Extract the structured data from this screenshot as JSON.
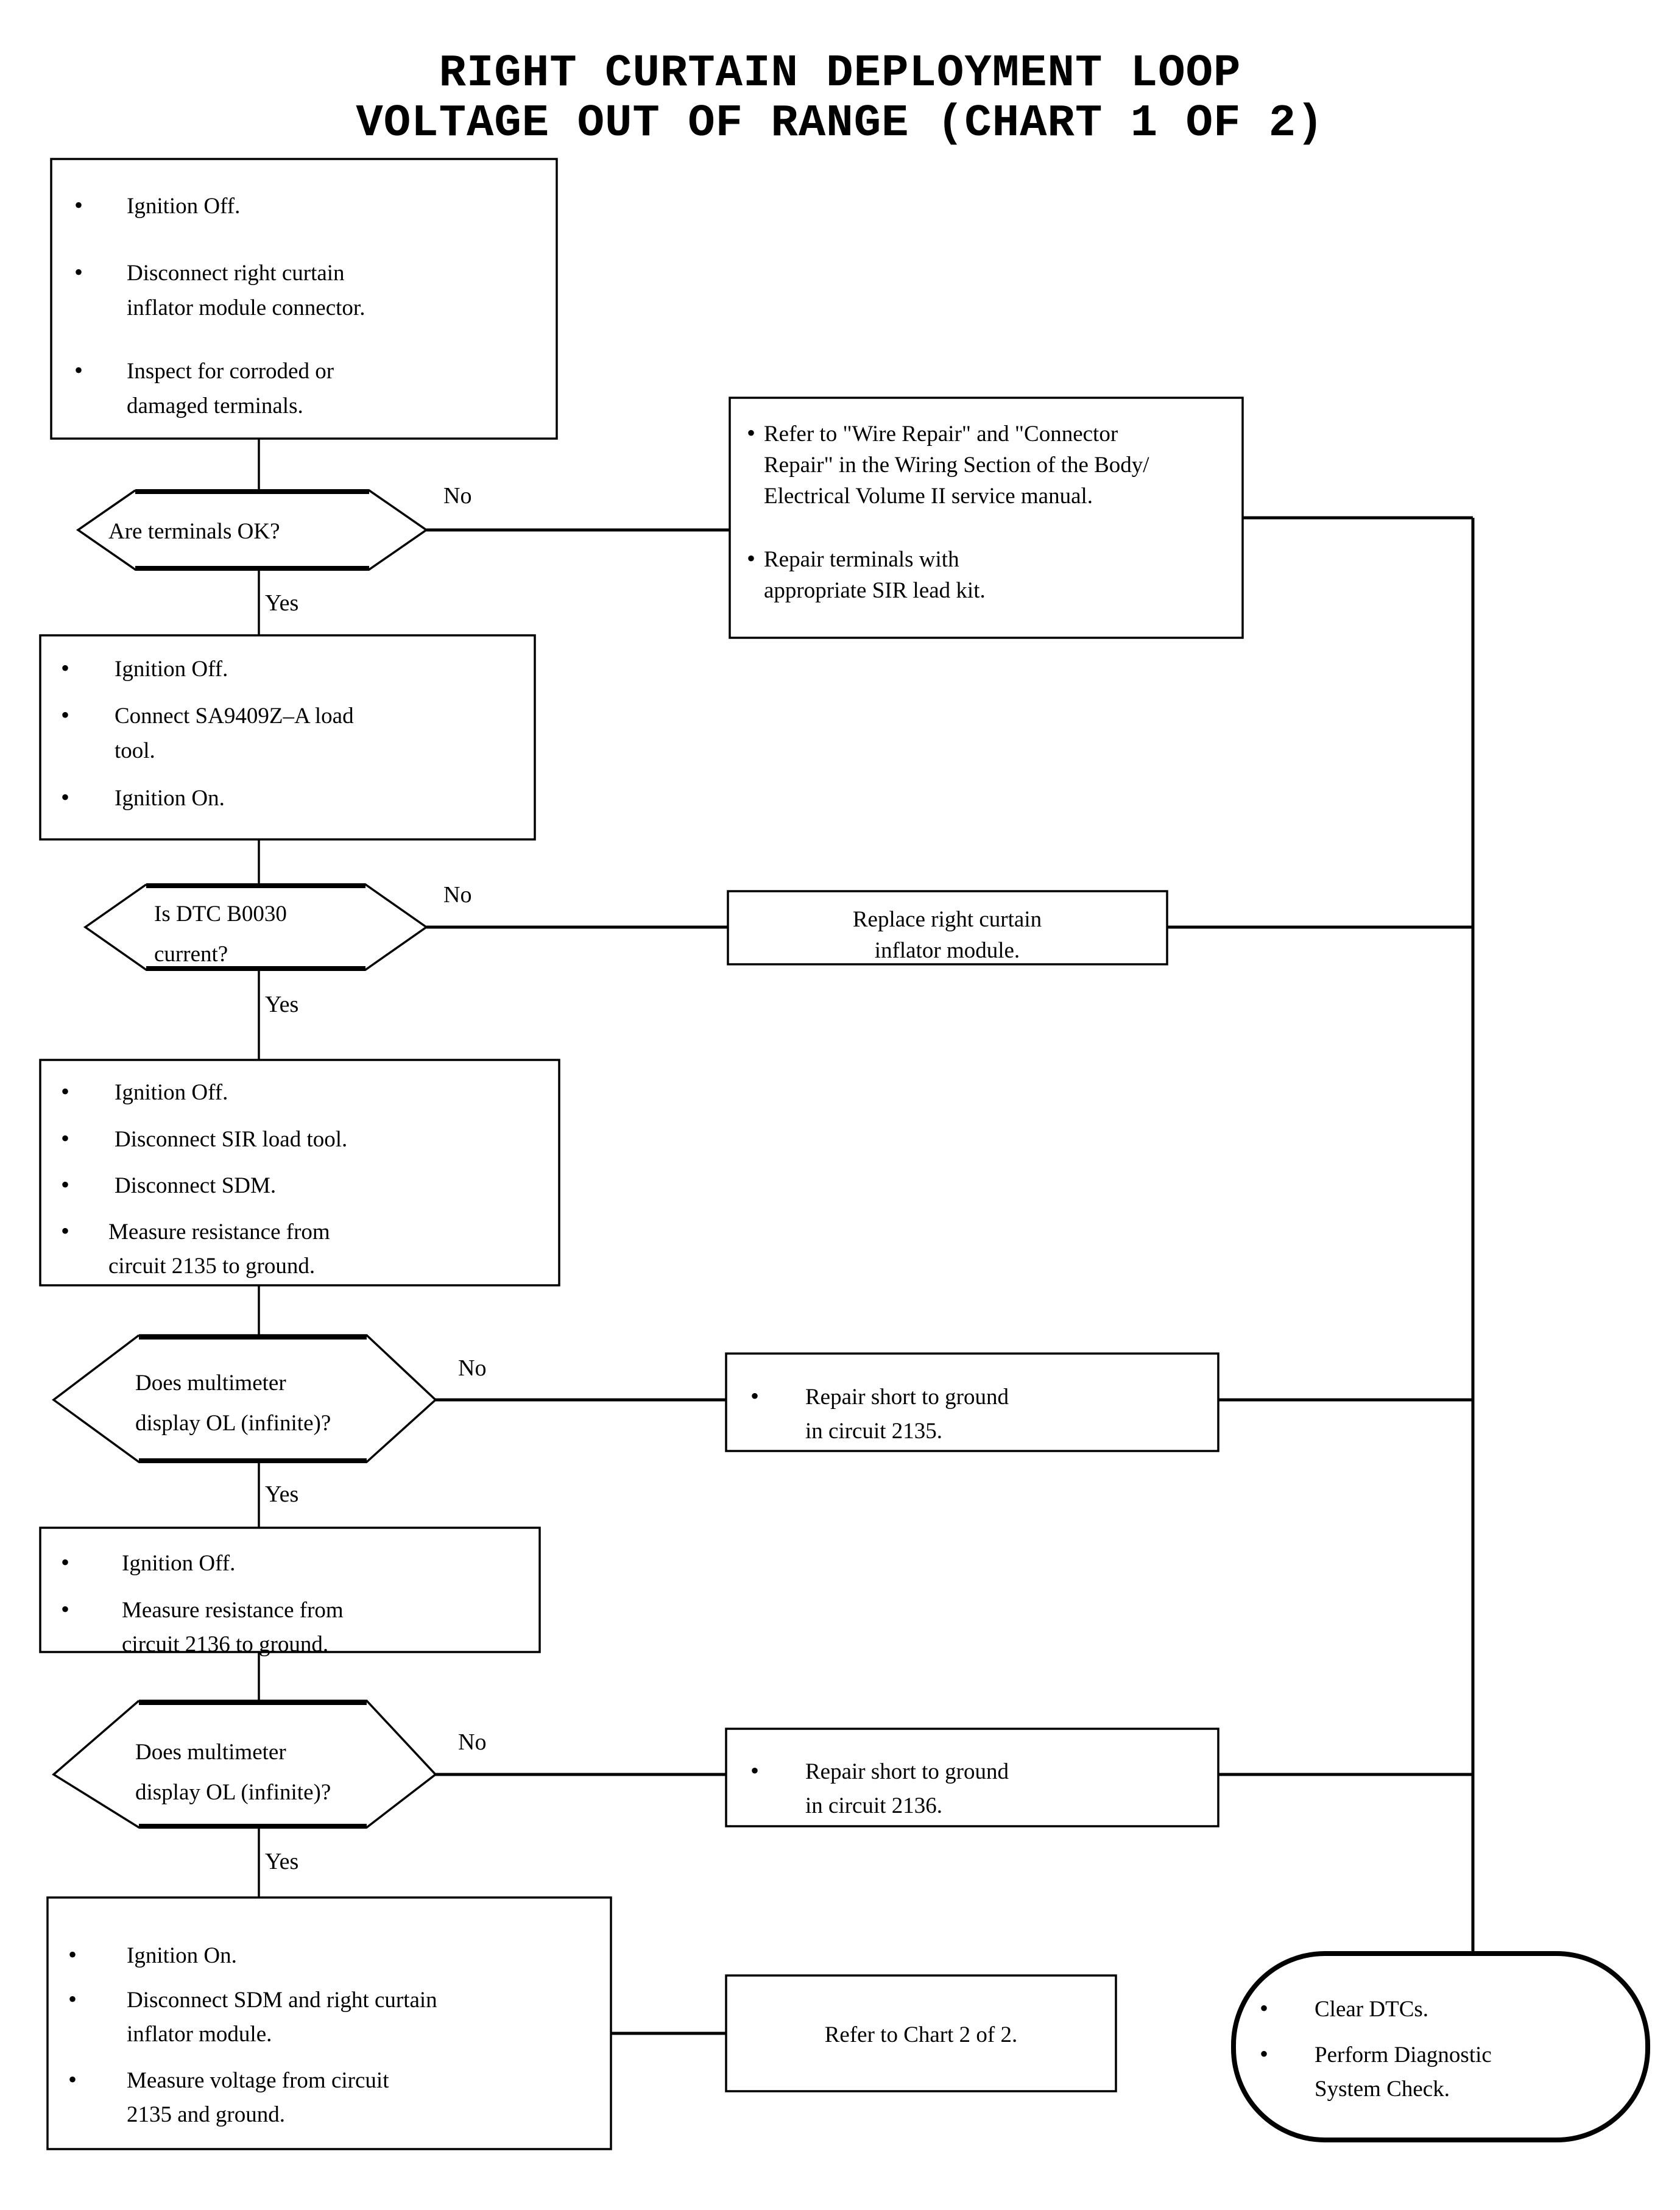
{
  "chart_data": {
    "type": "diagram",
    "diagram_kind": "flowchart",
    "title": "RIGHT CURTAIN DEPLOYMENT LOOP VOLTAGE OUT OF RANGE (CHART 1 OF 2)",
    "nodes": [
      {
        "id": "p1",
        "shape": "process",
        "bullets": [
          "Ignition Off.",
          "Disconnect right curtain inflator module connector.",
          "Inspect for corroded or damaged terminals."
        ]
      },
      {
        "id": "d1",
        "shape": "decision",
        "lines": [
          "Are terminals OK?"
        ]
      },
      {
        "id": "r1",
        "shape": "process",
        "bullets": [
          "Refer to \"Wire Repair\" and \"Connector Repair\" in the Wiring Section of the Body/ Electrical Volume II service manual.",
          "Repair terminals with appropriate SIR lead kit."
        ]
      },
      {
        "id": "p2",
        "shape": "process",
        "bullets": [
          "Ignition Off.",
          "Connect SA9409Z–A load tool.",
          "Ignition On."
        ]
      },
      {
        "id": "d2",
        "shape": "decision",
        "lines": [
          "Is DTC B0030",
          "current?"
        ]
      },
      {
        "id": "r2",
        "shape": "process",
        "lines": [
          "Replace right curtain",
          "inflator module."
        ]
      },
      {
        "id": "p3",
        "shape": "process",
        "bullets": [
          "Ignition Off.",
          "Disconnect SIR load tool.",
          "Disconnect SDM.",
          "Measure resistance from circuit 2135 to ground."
        ]
      },
      {
        "id": "d3",
        "shape": "decision",
        "lines": [
          "Does multimeter",
          "display OL (infinite)?"
        ]
      },
      {
        "id": "r3",
        "shape": "process",
        "bullets": [
          "Repair short to ground in circuit 2135."
        ]
      },
      {
        "id": "p4",
        "shape": "process",
        "bullets": [
          "Ignition Off.",
          "Measure resistance from circuit 2136 to ground."
        ]
      },
      {
        "id": "d4",
        "shape": "decision",
        "lines": [
          "Does multimeter",
          "display OL (infinite)?"
        ]
      },
      {
        "id": "r4",
        "shape": "process",
        "bullets": [
          "Repair short to ground in circuit 2136."
        ]
      },
      {
        "id": "p5",
        "shape": "process",
        "bullets": [
          "Ignition On.",
          "Disconnect SDM and right curtain inflator module.",
          "Measure voltage from circuit 2135 and ground."
        ]
      },
      {
        "id": "r5",
        "shape": "process",
        "lines": [
          "Refer to Chart 2 of 2."
        ]
      },
      {
        "id": "end",
        "shape": "terminator",
        "bullets": [
          "Clear DTCs.",
          "Perform Diagnostic System Check."
        ]
      }
    ],
    "edge_labels": [
      "No",
      "Yes",
      "No",
      "Yes",
      "No",
      "Yes",
      "No",
      "Yes"
    ]
  },
  "title": {
    "line1": "RIGHT CURTAIN DEPLOYMENT LOOP",
    "line2": "VOLTAGE OUT OF RANGE (CHART 1 OF 2)"
  },
  "nodes": {
    "step1": {
      "b1": "Ignition Off.",
      "b2_l1": "Disconnect right curtain",
      "b2_l2": "inflator module connector.",
      "b3_l1": "Inspect for corroded or",
      "b3_l2": "damaged terminals."
    },
    "decision1": {
      "line1": "Are terminals OK?"
    },
    "repair1": {
      "b1_l1": "Refer to \"Wire Repair\" and \"Connector",
      "b1_l2": "Repair\" in the Wiring Section of the Body/",
      "b1_l3": "Electrical Volume II service manual.",
      "b2_l1": "Repair terminals with",
      "b2_l2": "appropriate SIR lead kit."
    },
    "step2": {
      "b1": "Ignition Off.",
      "b2_l1": "Connect SA9409Z–A load",
      "b2_l2": "tool.",
      "b3": "Ignition On."
    },
    "decision2": {
      "line1": "Is DTC B0030",
      "line2": "current?"
    },
    "repair2": {
      "line1": "Replace right curtain",
      "line2": "inflator module."
    },
    "step3": {
      "b1": "Ignition Off.",
      "b2": "Disconnect SIR load tool.",
      "b3": "Disconnect SDM.",
      "b4_l1": "Measure resistance from",
      "b4_l2": "circuit 2135 to ground."
    },
    "decision3": {
      "line1": "Does multimeter",
      "line2": "display OL (infinite)?"
    },
    "repair3": {
      "b1_l1": "Repair short to ground",
      "b1_l2": "in circuit 2135."
    },
    "step4": {
      "b1": "Ignition Off.",
      "b2_l1": "Measure resistance from",
      "b2_l2": "circuit 2136 to ground."
    },
    "decision4": {
      "line1": "Does multimeter",
      "line2": "display OL (infinite)?"
    },
    "repair4": {
      "b1_l1": "Repair short to ground",
      "b1_l2": "in circuit 2136."
    },
    "step5": {
      "b1": "Ignition On.",
      "b2_l1": "Disconnect SDM and right curtain",
      "b2_l2": "inflator module.",
      "b3_l1": "Measure voltage from circuit",
      "b3_l2": "2135 and ground."
    },
    "chart2": {
      "line1": "Refer to Chart 2 of 2."
    },
    "terminator": {
      "b1": "Clear DTCs.",
      "b2_l1": "Perform Diagnostic",
      "b2_l2": "System Check."
    }
  },
  "labels": {
    "no1": "No",
    "yes1": "Yes",
    "no2": "No",
    "yes2": "Yes",
    "no3": "No",
    "yes3": "Yes",
    "no4": "No",
    "yes4": "Yes"
  },
  "bullet_glyph": "•",
  "colors": {
    "ink": "#000000",
    "paper": "#ffffff"
  }
}
